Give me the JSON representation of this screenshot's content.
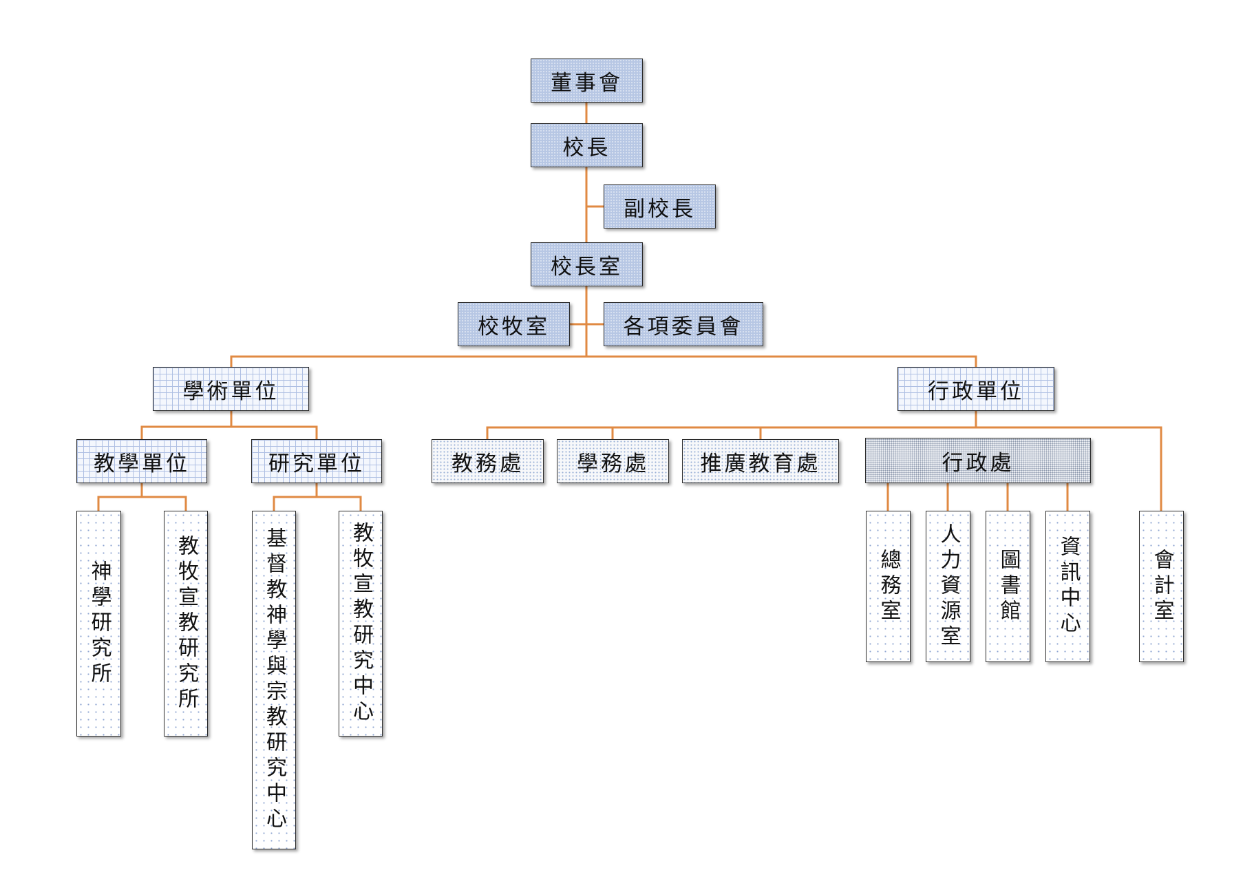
{
  "line_color": "#e08a43",
  "nodes": {
    "board": "董事會",
    "president": "校長",
    "vice_president": "副校長",
    "president_office": "校長室",
    "chaplain_office": "校牧室",
    "committees": "各項委員會",
    "academic_units": "學術單位",
    "admin_units": "行政單位",
    "teaching_units": "教學單位",
    "research_units": "研究單位",
    "academic_affairs": "教務處",
    "student_affairs": "學務處",
    "extension_education": "推廣教育處",
    "administration": "行政處",
    "theology_institute": "神學研究所",
    "missiology_institute": "教牧宣教研究所",
    "christian_theology_center": "基督教神學與宗教研究中心",
    "missiology_center": "教牧宣教研究中心",
    "general_affairs": "總務室",
    "human_resources": "人力資源室",
    "library": "圖書館",
    "it_center": "資訊中心",
    "accounting": "會計室"
  }
}
